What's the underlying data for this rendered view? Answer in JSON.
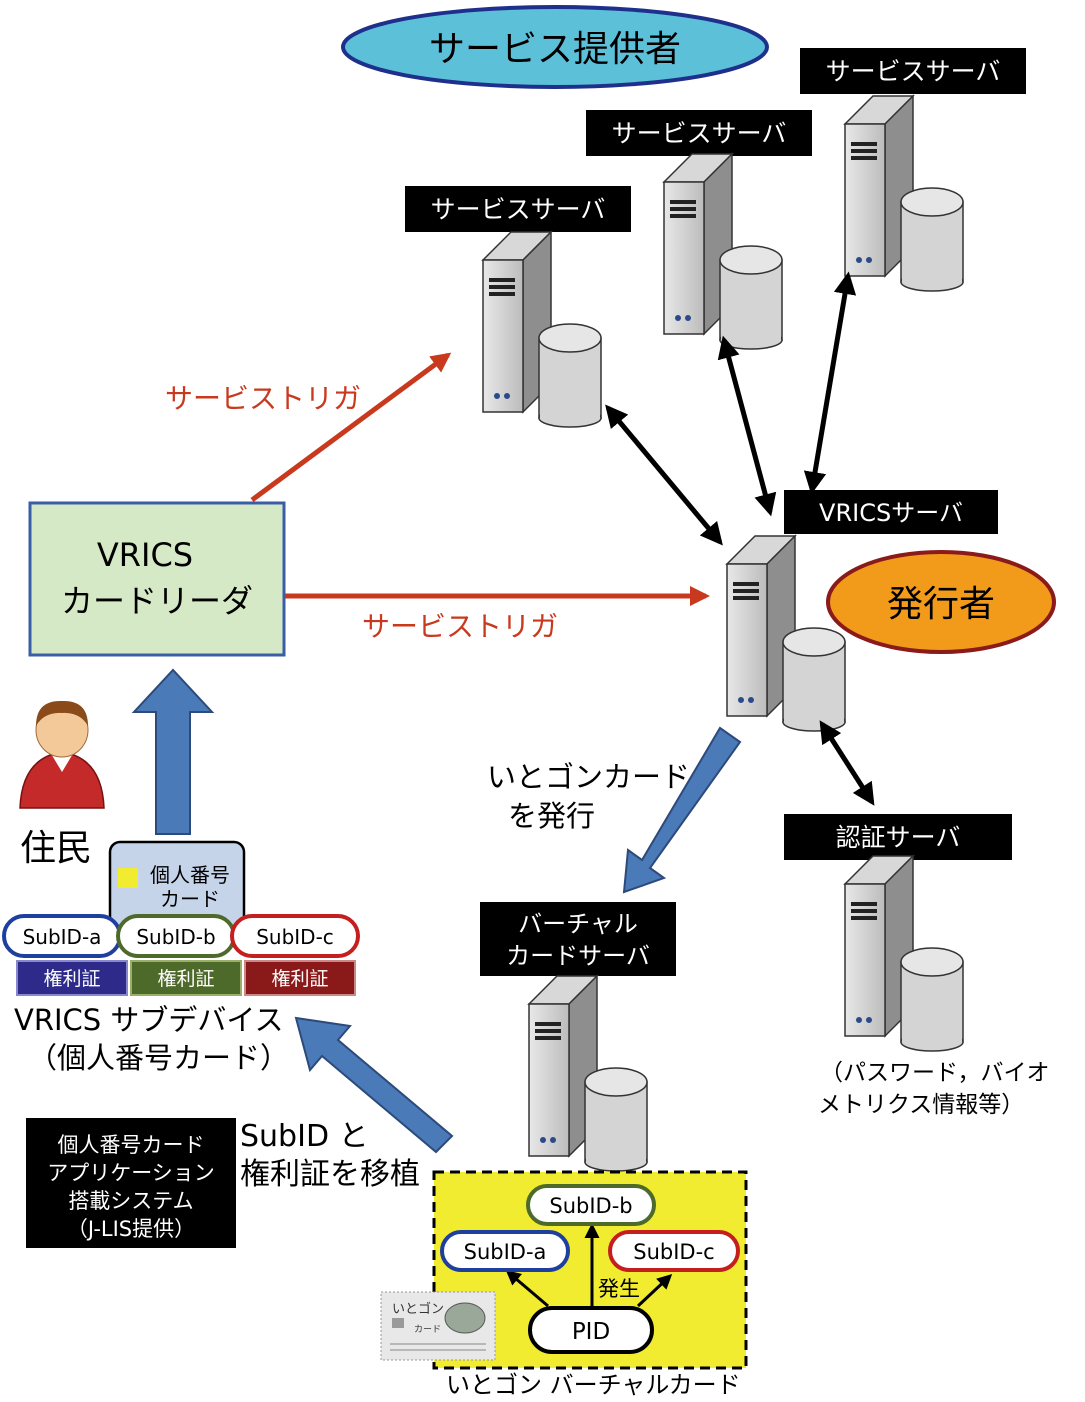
{
  "provider": {
    "label": "サービス提供者"
  },
  "issuer": {
    "label": "発行者"
  },
  "servers": {
    "service_1": "サービスサーバ",
    "service_2": "サービスサーバ",
    "service_3": "サービスサーバ",
    "vrics": "VRICSサーバ",
    "auth": "認証サーバ",
    "auth_note_line1": "（パスワード，バイオ",
    "auth_note_line2": "メトリクス情報等）",
    "virtual_line1": "バーチャル",
    "virtual_line2": "カードサーバ"
  },
  "reader": {
    "line1": "VRICS",
    "line2": "カードリーダ"
  },
  "triggers": {
    "upper": "サービストリガ",
    "lower": "サービストリガ"
  },
  "resident": {
    "label": "住民"
  },
  "card": {
    "line1": "個人番号",
    "line2": "カード"
  },
  "subids": {
    "a": "SubID-a",
    "b": "SubID-b",
    "c": "SubID-c"
  },
  "rights": {
    "a": "権利証",
    "b": "権利証",
    "c": "権利証"
  },
  "subdevice": {
    "line1": "VRICS サブデバイス",
    "line2": "（個人番号カード）"
  },
  "issue_card": {
    "line1": "いとゴンカード",
    "line2": "を発行"
  },
  "transfer": {
    "line1": "SubID と",
    "line2": "権利証を移植"
  },
  "jlis": {
    "line1": "個人番号カード",
    "line2": "アプリケーション",
    "line3": "搭載システム",
    "line4": "（J-LIS提供）"
  },
  "virtual_card": {
    "pid": "PID",
    "subid_a": "SubID-a",
    "subid_b": "SubID-b",
    "subid_c": "SubID-c",
    "generate": "発生",
    "caption": "いとゴン バーチャルカード",
    "thumb_title": "いとゴン",
    "thumb_sub": "カード"
  },
  "colors": {
    "trigger": "#c8391e",
    "blue_arrow": "#4a7ab8",
    "reader_fill": "#d6e9c6",
    "provider_fill": "#5bc0d8",
    "issuer_fill": "#f29b1a",
    "yellow": "#f1ec2f"
  }
}
